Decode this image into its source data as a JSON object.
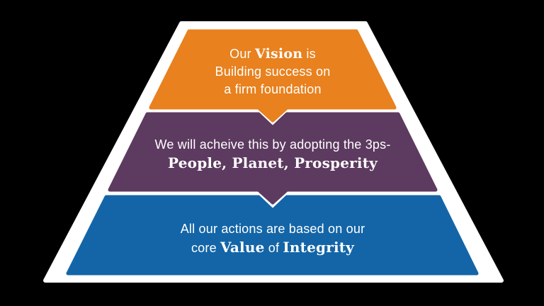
{
  "background_color": "#000000",
  "pyramid": {
    "outline_color": "#ffffff",
    "text_color": "#ffffff",
    "levels": [
      {
        "id": "vision",
        "color": "#E8811E",
        "line1_pre": "Our ",
        "line1_bold": "Vision",
        "line1_post": " is",
        "line2": "Building success on",
        "line3": "a firm foundation"
      },
      {
        "id": "approach",
        "color": "#5D3A60",
        "line1": "We will acheive this by adopting the 3ps-",
        "line2_bold": "People, Planet, Prosperity"
      },
      {
        "id": "values",
        "color": "#1365A7",
        "line1": "All our actions are based on our",
        "line2_pre": "core ",
        "line2_bold1": "Value",
        "line2_mid": " of ",
        "line2_bold2": "Integrity"
      }
    ]
  }
}
